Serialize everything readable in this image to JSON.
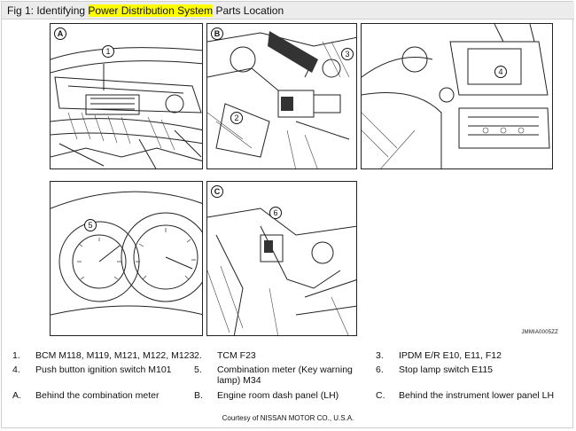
{
  "title": {
    "prefix": "Fig 1: Identifying ",
    "highlight": "Power Distribution System",
    "suffix": " Parts Location"
  },
  "figure": {
    "code": "JMMIA0005ZZ",
    "panel_letters": [
      "A",
      "B",
      "C"
    ],
    "callouts": [
      "1",
      "2",
      "3",
      "4",
      "5",
      "6"
    ]
  },
  "legend": {
    "rows": [
      [
        {
          "num": "1.",
          "text": "BCM M118, M119, M121, M122, M123"
        },
        {
          "num": "2.",
          "text": "TCM F23"
        },
        {
          "num": "3.",
          "text": "IPDM E/R E10, E11, F12"
        }
      ],
      [
        {
          "num": "4.",
          "text": "Push button ignition switch M101"
        },
        {
          "num": "5.",
          "text": "Combination meter (Key warning lamp) M34"
        },
        {
          "num": "6.",
          "text": "Stop lamp switch E115"
        }
      ],
      [
        {
          "num": "A.",
          "text": "Behind the combination meter"
        },
        {
          "num": "B.",
          "text": "Engine room dash panel (LH)"
        },
        {
          "num": "C.",
          "text": "Behind the instrument lower panel LH"
        }
      ]
    ]
  },
  "credit": "Courtesy of NISSAN MOTOR CO., U.S.A."
}
